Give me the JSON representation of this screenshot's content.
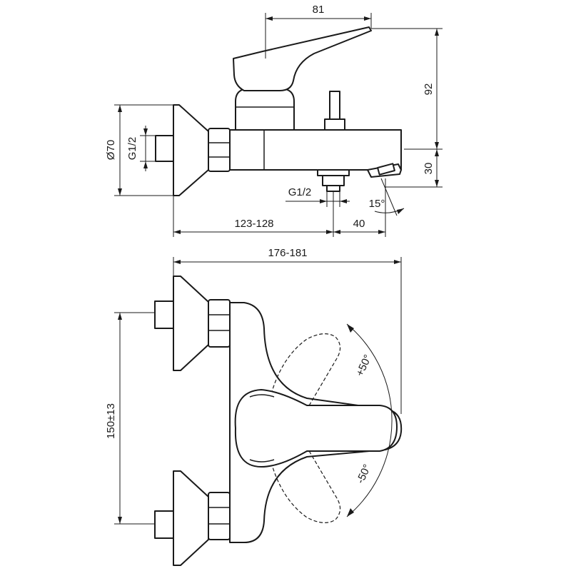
{
  "dimensions": {
    "spout_reach": "81",
    "height": "92",
    "outlet_height": "30",
    "escutcheon_diameter": "Ø70",
    "inlet_thread": "G1/2",
    "outlet_thread": "G1/2",
    "spout_angle": "15°",
    "body_depth": "123-128",
    "outlet_offset": "40",
    "overall_width": "176-181",
    "centers": "150±13",
    "lever_plus": "+50°",
    "lever_minus": "-50°"
  }
}
